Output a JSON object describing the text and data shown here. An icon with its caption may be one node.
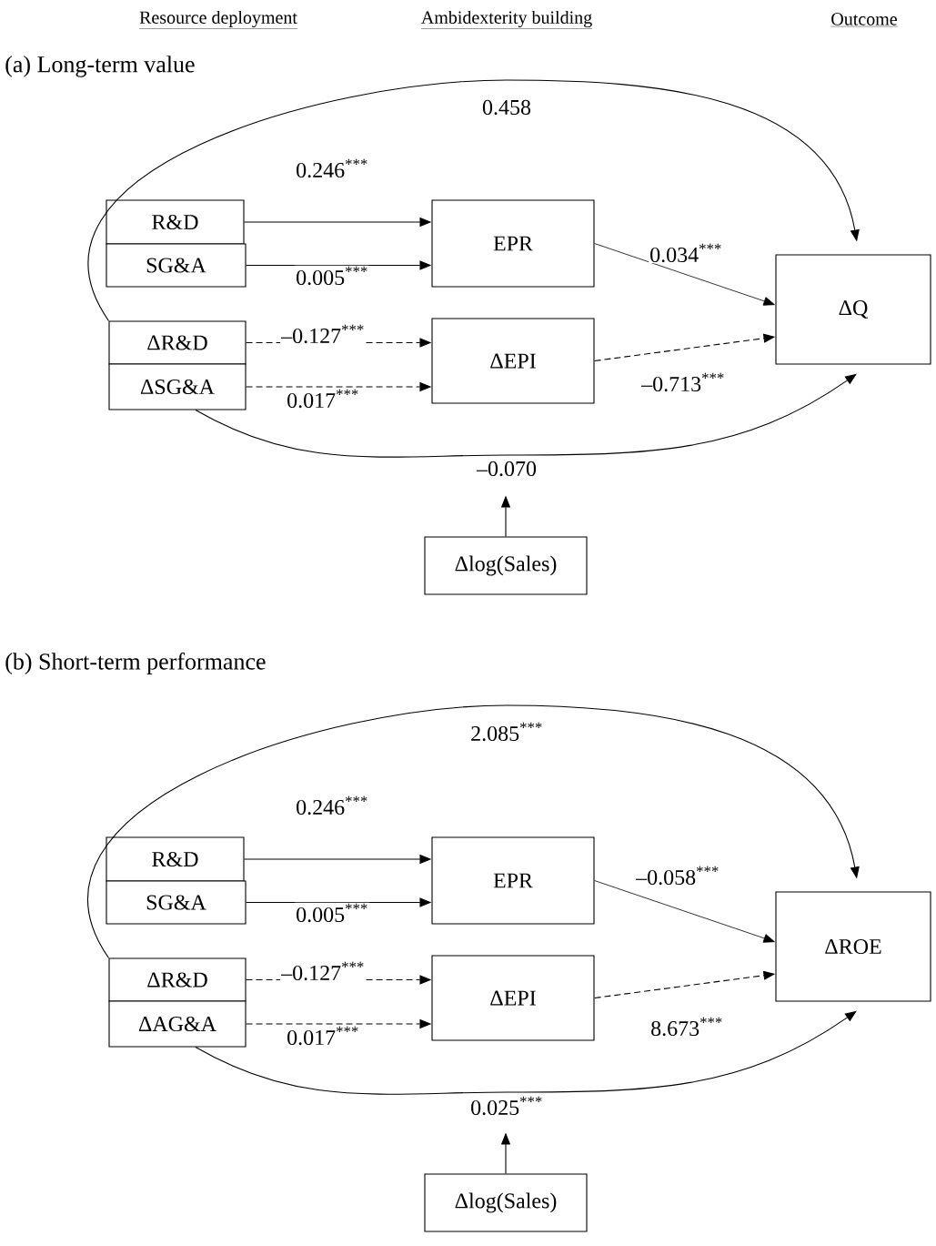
{
  "diagram": {
    "nodes": [
      {
        "text": [
          "R&D"
        ]
      },
      {
        "text": [
          "SG&A"
        ]
      },
      {
        "text": [
          "ΔR&D"
        ]
      },
      {
        "text": [
          "ΔSG&A"
        ]
      },
      {
        "text": [
          "EPR"
        ]
      },
      {
        "text": [
          "ΔEPI"
        ]
      },
      {
        "text": [
          "ΔQ"
        ]
      },
      {
        "text": [
          "Δlog(Sales)"
        ]
      },
      {
        "text": [
          "R&D"
        ]
      },
      {
        "text": [
          "SG&A"
        ]
      },
      {
        "text": [
          "ΔR&D"
        ]
      },
      {
        "text": [
          "ΔAG&A"
        ]
      },
      {
        "text": [
          "EPR"
        ]
      },
      {
        "text": [
          "ΔEPI"
        ]
      },
      {
        "text": [
          "ΔROE"
        ]
      },
      {
        "text": [
          "Δlog(Sales)"
        ]
      }
    ],
    "edges": [
      {
        "from": 0,
        "to": 4,
        "arrow": "to",
        "label": "0.246$^{***}$"
      },
      {
        "from": 1,
        "to": 4,
        "arrow": "to",
        "label": "0.005$^{***}$"
      },
      {
        "from": 2,
        "to": 5,
        "arrow": "to",
        "label": "–0.127$^{***}$",
        "style": "dashed"
      },
      {
        "from": 3,
        "to": 5,
        "arrow": "to",
        "label": "0.017$^{***}$",
        "style": "dashed"
      },
      {
        "from": 4,
        "to": 6,
        "arrow": "to",
        "label": "0.034$^{***}$"
      },
      {
        "from": 5,
        "to": 6,
        "arrow": "to",
        "label": "–0.713$^{***}$",
        "style": "dashed"
      },
      {
        "from": 2,
        "to": 6,
        "arrow": "to",
        "label": "0.458"
      },
      {
        "from": 3,
        "to": 6,
        "arrow": "to",
        "label": "–0.070"
      },
      {
        "from": 7,
        "to": null,
        "arrow": "to"
      },
      {
        "from": 8,
        "to": 12,
        "arrow": "to",
        "label": "0.246$^{***}$"
      },
      {
        "from": 9,
        "to": 12,
        "arrow": "to",
        "label": "0.005$^{***}$"
      },
      {
        "from": 10,
        "to": 13,
        "arrow": "to",
        "label": "–0.127$^{***}$",
        "style": "dashed"
      },
      {
        "from": 11,
        "to": 13,
        "arrow": "to",
        "label": "0.017$^{***}$",
        "style": "dashed"
      },
      {
        "from": 12,
        "to": 14,
        "arrow": "to",
        "label": "–0.058$^{***}$"
      },
      {
        "from": 13,
        "to": 14,
        "arrow": "to",
        "label": "8.673$^{***}$",
        "style": "dashed"
      },
      {
        "from": 10,
        "to": 14,
        "arrow": "to",
        "label": "2.085$^{***}$"
      },
      {
        "from": 11,
        "to": 14,
        "arrow": "to",
        "label": "0.025$^{***}$"
      },
      {
        "from": 15,
        "to": null,
        "arrow": "to"
      }
    ],
    "labels": [
      "Resource deployment",
      "Ambidexterity building",
      "Outcome",
      "(a) Long-term value",
      "(b) Short-term performance"
    ]
  }
}
